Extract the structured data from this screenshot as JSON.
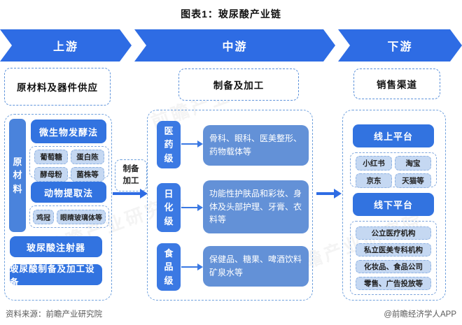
{
  "title": "图表1：玻尿酸产业链",
  "banner": {
    "upstream": "上游",
    "midstream": "中游",
    "downstream": "下游"
  },
  "upstream": {
    "header": "原材料及器件供应",
    "vertical_label": "原材料",
    "fermentation": {
      "title": "微生物发酵法",
      "items": [
        "葡萄糖",
        "蛋白陈",
        "酵母粉",
        "菌株等"
      ]
    },
    "animal": {
      "title": "动物提取法",
      "items": [
        "鸡冠",
        "眼睛玻璃体等"
      ]
    },
    "injector": "玻尿酸注射器",
    "equipment": "玻尿酸制备及加工设备"
  },
  "process_link": {
    "label": "制备\n加工"
  },
  "midstream": {
    "header": "制备及加工",
    "rows": [
      {
        "grade": "医药级",
        "desc": "骨科、眼科、医美整形、药物载体等"
      },
      {
        "grade": "日化级",
        "desc": "功能性护肤品和彩妆、身体及头部护理、牙膏、衣料等"
      },
      {
        "grade": "食品级",
        "desc": "保健品、糖果、啤酒饮料矿泉水等"
      }
    ]
  },
  "downstream": {
    "header": "销售渠道",
    "online": {
      "title": "线上平台",
      "items": [
        "小红书",
        "淘宝",
        "京东",
        "天猫等"
      ]
    },
    "offline": {
      "title": "线下平台",
      "items": [
        "公立医疗机构",
        "私立医美专科机构",
        "化妆品、食品公司",
        "零售、广告投放等"
      ]
    }
  },
  "footer": {
    "source": "资料来源：前瞻产业研究院",
    "brand": "@前瞻经济学人APP"
  },
  "watermark": "前瞻产业研究院",
  "colors": {
    "banner_blue": "#2e6ce4",
    "solid_blue": "#3273e0",
    "grade_blue": "#3b79e3",
    "vertical_bar_blue": "#4a83dc",
    "desc_blue": "#6391d7",
    "chip_blue": "#c5d8f2",
    "dashed_border": "#6fa0dd",
    "footer_gray": "#595959"
  }
}
